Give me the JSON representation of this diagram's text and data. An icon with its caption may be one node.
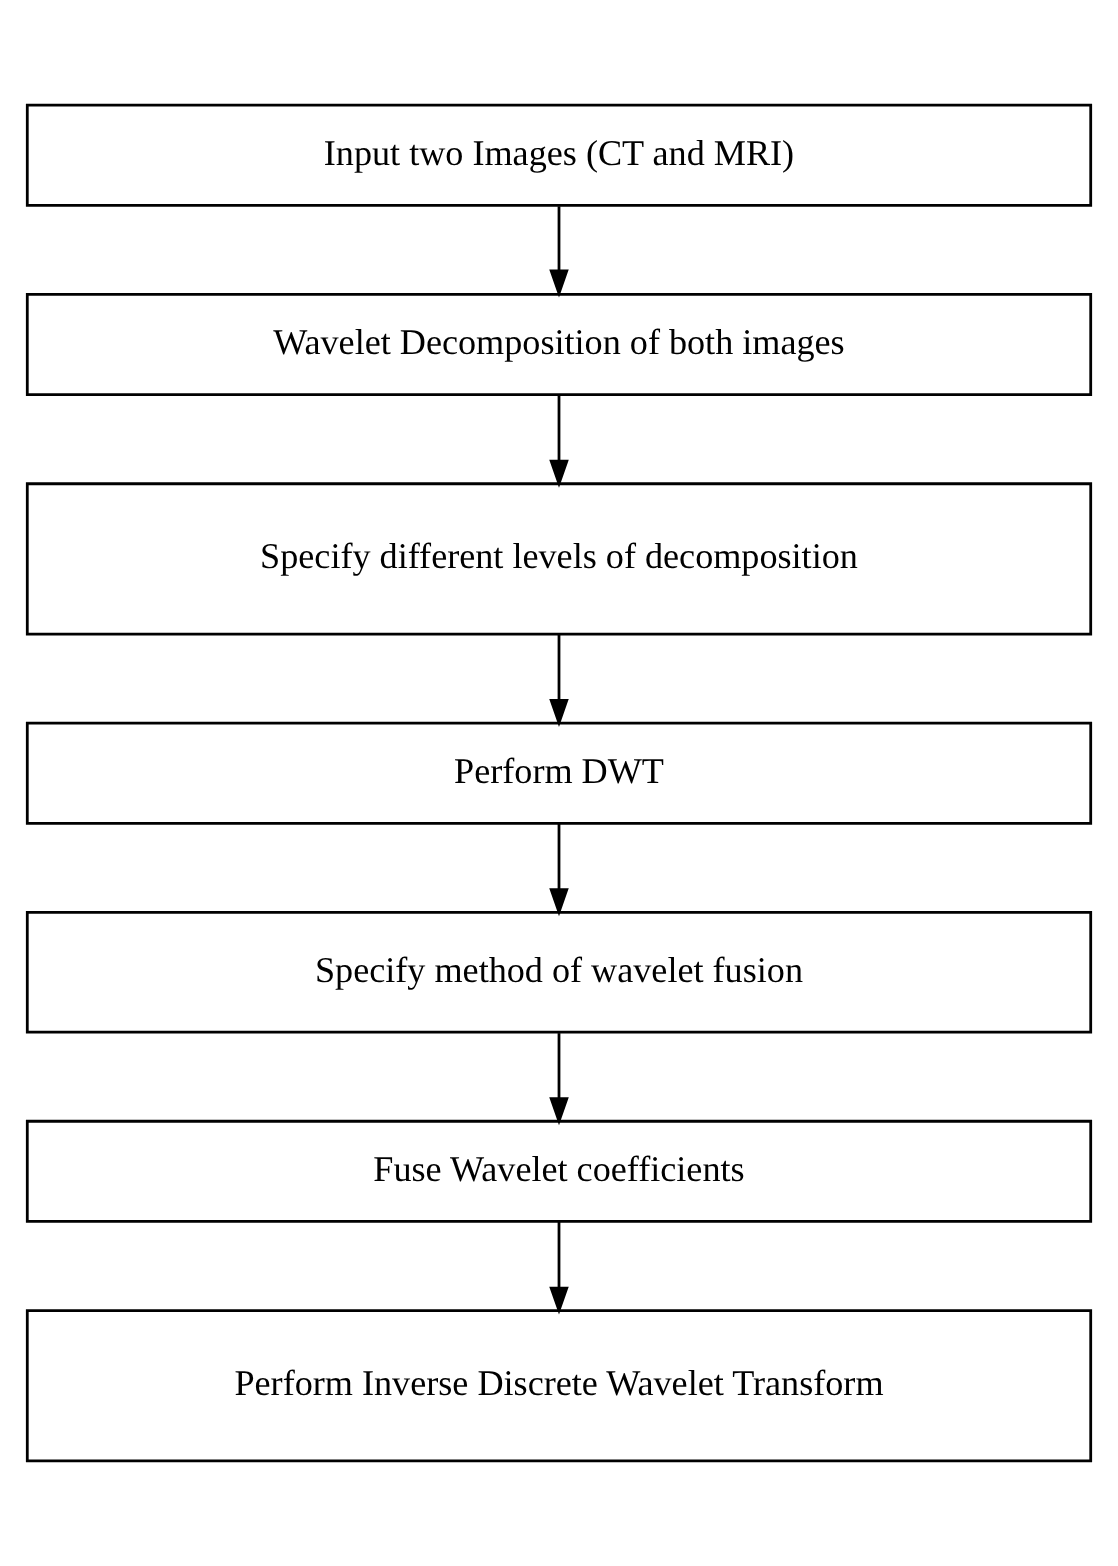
{
  "diagram": {
    "nodes": [
      {
        "text": [
          "Input two Images (CT and MRI)"
        ]
      },
      {
        "text": [
          "Wavelet Decomposition of both images"
        ]
      },
      {
        "text": [
          "Specify different levels of decomposition"
        ]
      },
      {
        "text": [
          "Perform DWT"
        ]
      },
      {
        "text": [
          "Specify method of wavelet fusion"
        ]
      },
      {
        "text": [
          "Fuse Wavelet coefficients"
        ]
      },
      {
        "text": [
          "Perform Inverse Discrete Wavelet Transform"
        ]
      }
    ],
    "edges": [
      {
        "from": 0,
        "to": 1,
        "arrow": "to"
      },
      {
        "from": 1,
        "to": 2,
        "arrow": "to"
      },
      {
        "from": 2,
        "to": 3,
        "arrow": "to"
      },
      {
        "from": 3,
        "to": 4,
        "arrow": "to"
      },
      {
        "from": 4,
        "to": 5,
        "arrow": "to"
      },
      {
        "from": 5,
        "to": 6,
        "arrow": "to"
      }
    ]
  }
}
